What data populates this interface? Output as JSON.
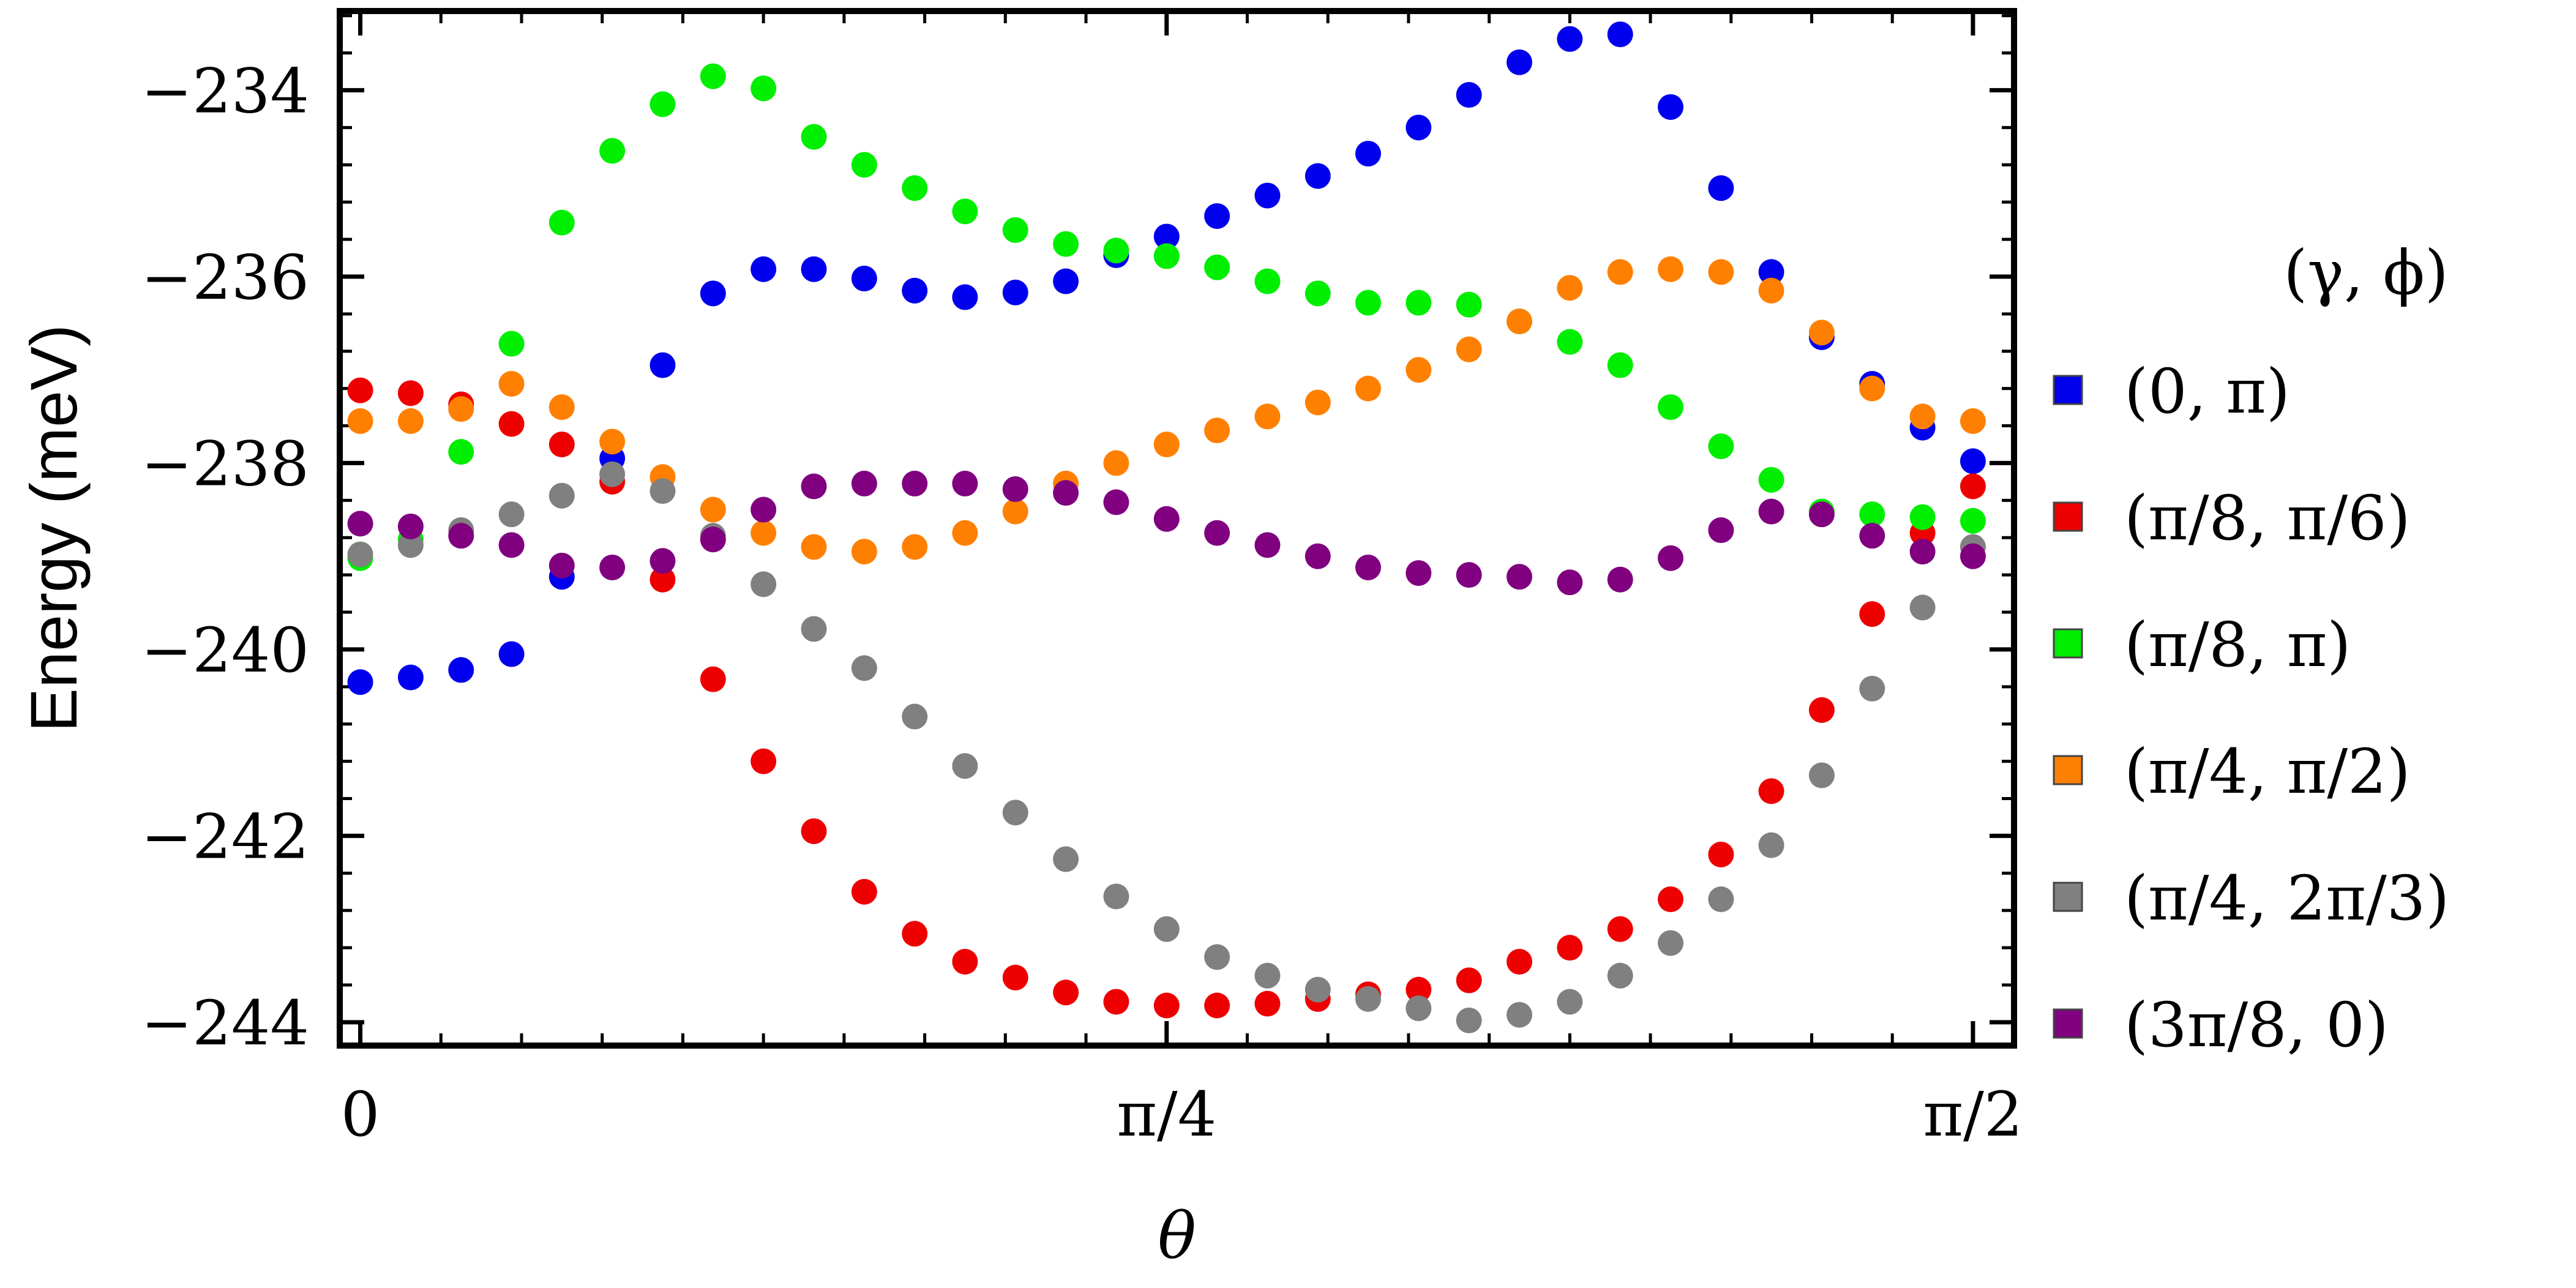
{
  "chart_data": {
    "type": "scatter",
    "xlabel": "θ",
    "ylabel": "Energy (meV)",
    "xlim": [
      -0.02,
      1.6108
    ],
    "ylim": [
      -244.25,
      -233.15
    ],
    "x_ticks": [
      {
        "value": 0,
        "label": "0"
      },
      {
        "value": 0.7854,
        "label": "π/4"
      },
      {
        "value": 1.5708,
        "label": "π/2"
      }
    ],
    "y_ticks": [
      {
        "value": -234,
        "label": "−234"
      },
      {
        "value": -236,
        "label": "−236"
      },
      {
        "value": -238,
        "label": "−238"
      },
      {
        "value": -240,
        "label": "−240"
      },
      {
        "value": -242,
        "label": "−242"
      },
      {
        "value": -244,
        "label": "−244"
      }
    ],
    "legend": {
      "title": "(γ, ϕ)",
      "placement": "right"
    },
    "x": [
      0,
      0.0491,
      0.0982,
      0.1473,
      0.1963,
      0.2454,
      0.2945,
      0.3436,
      0.3927,
      0.4418,
      0.4909,
      0.54,
      0.589,
      0.6381,
      0.6872,
      0.7363,
      0.7854,
      0.8345,
      0.8836,
      0.9327,
      0.9817,
      1.0308,
      1.0799,
      1.129,
      1.1781,
      1.2272,
      1.2763,
      1.3254,
      1.3744,
      1.4235,
      1.4726,
      1.5217,
      1.5708
    ],
    "series": [
      {
        "name": "(0, π)",
        "color": "#0000ee",
        "values": [
          -240.35,
          -240.3,
          -240.22,
          -240.05,
          -239.22,
          -237.95,
          -236.95,
          -236.18,
          -235.92,
          -235.92,
          -236.02,
          -236.15,
          -236.22,
          -236.17,
          -236.05,
          -235.77,
          -235.57,
          -235.35,
          -235.13,
          -234.92,
          -234.68,
          -234.4,
          -234.05,
          -233.7,
          -233.45,
          -233.4,
          -234.18,
          -235.05,
          -235.95,
          -236.65,
          -237.15,
          -237.62,
          -237.98
        ]
      },
      {
        "name": "(π/8, π/6)",
        "color": "#ee0000",
        "values": [
          -237.22,
          -237.25,
          -237.37,
          -237.58,
          -237.8,
          -238.2,
          -239.25,
          -240.32,
          -241.2,
          -241.95,
          -242.6,
          -243.05,
          -243.35,
          -243.52,
          -243.68,
          -243.78,
          -243.82,
          -243.82,
          -243.8,
          -243.75,
          -243.7,
          -243.65,
          -243.55,
          -243.35,
          -243.2,
          -243.0,
          -242.68,
          -242.2,
          -241.52,
          -240.65,
          -239.62,
          -238.75,
          -238.25
        ]
      },
      {
        "name": "(π/8, π)",
        "color": "#00ee00",
        "values": [
          -239.02,
          -238.82,
          -237.88,
          -236.72,
          -235.42,
          -234.65,
          -234.15,
          -233.85,
          -233.98,
          -234.5,
          -234.8,
          -235.05,
          -235.3,
          -235.5,
          -235.65,
          -235.72,
          -235.78,
          -235.9,
          -236.05,
          -236.18,
          -236.28,
          -236.28,
          -236.3,
          -236.48,
          -236.7,
          -236.95,
          -237.4,
          -237.82,
          -238.18,
          -238.52,
          -238.55,
          -238.58,
          -238.62
        ]
      },
      {
        "name": "(π/4, π/2)",
        "color": "#ff8000",
        "values": [
          -237.55,
          -237.55,
          -237.42,
          -237.15,
          -237.4,
          -237.77,
          -238.15,
          -238.5,
          -238.75,
          -238.9,
          -238.95,
          -238.9,
          -238.75,
          -238.52,
          -238.22,
          -238.0,
          -237.8,
          -237.65,
          -237.5,
          -237.35,
          -237.2,
          -237.0,
          -236.78,
          -236.48,
          -236.12,
          -235.95,
          -235.92,
          -235.95,
          -236.15,
          -236.6,
          -237.2,
          -237.5,
          -237.55
        ]
      },
      {
        "name": "(π/4, 2π/3)",
        "color": "#808080",
        "values": [
          -238.98,
          -238.88,
          -238.72,
          -238.55,
          -238.35,
          -238.12,
          -238.3,
          -238.78,
          -239.3,
          -239.78,
          -240.2,
          -240.72,
          -241.25,
          -241.75,
          -242.25,
          -242.65,
          -243.0,
          -243.3,
          -243.5,
          -243.65,
          -243.75,
          -243.85,
          -243.98,
          -243.92,
          -243.78,
          -243.5,
          -243.15,
          -242.68,
          -242.1,
          -241.35,
          -240.42,
          -239.55,
          -238.9
        ]
      },
      {
        "name": "(3π/8, 0)",
        "color": "#800080",
        "values": [
          -238.65,
          -238.68,
          -238.78,
          -238.88,
          -239.1,
          -239.12,
          -239.05,
          -238.82,
          -238.5,
          -238.25,
          -238.22,
          -238.22,
          -238.22,
          -238.28,
          -238.32,
          -238.42,
          -238.6,
          -238.75,
          -238.88,
          -239.0,
          -239.12,
          -239.18,
          -239.2,
          -239.22,
          -239.28,
          -239.25,
          -239.02,
          -238.72,
          -238.52,
          -238.55,
          -238.78,
          -238.95,
          -239.0
        ]
      }
    ]
  }
}
